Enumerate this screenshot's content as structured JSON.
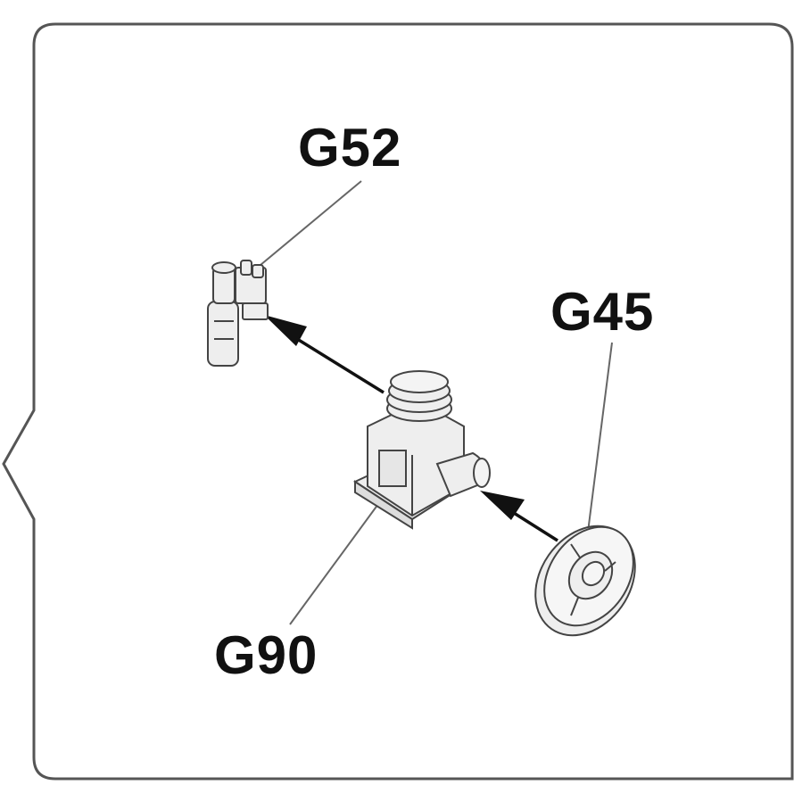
{
  "labels": {
    "g52": "G52",
    "g45": "G45",
    "g90": "G90"
  },
  "colors": {
    "frame": "#555555",
    "background": "#ffffff",
    "part_fill": "#eeeeee",
    "part_stroke": "#444444",
    "arrow": "#111111",
    "leader": "#666666",
    "text": "#111111"
  }
}
